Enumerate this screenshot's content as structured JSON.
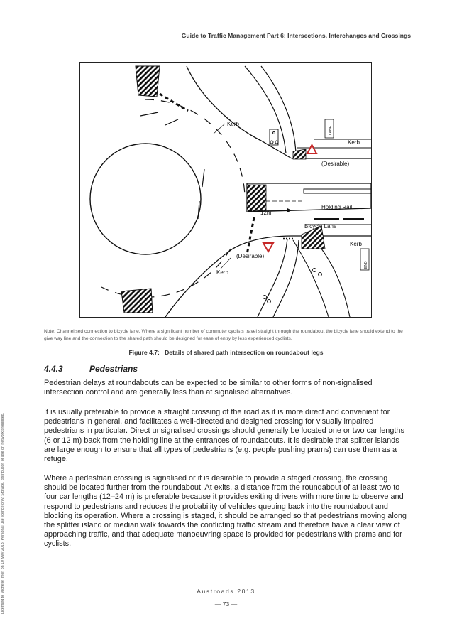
{
  "header": {
    "title": "Guide to Traffic Management Part 6: Intersections, Interchanges and Crossings"
  },
  "figure": {
    "labels": {
      "kerb_top": "Kerb",
      "kerb_right": "Kerb",
      "kerb_lower_right": "Kerb",
      "kerb_bottom": "Kerb",
      "desirable_top": "(Desirable)",
      "desirable_bottom": "(Desirable)",
      "holding_rail": "Holding Rail",
      "bicycle_lane": "Bicycle Lane",
      "dimension_12m": "12m",
      "lane_sign": "LANE",
      "end_sign": "END",
      "give_way_sign": "GIVE WAY"
    },
    "note": "Note: Channelised connection to bicycle lane. Where a significant number of commuter cyclists travel straight through the roundabout the bicycle lane should extend to the give way line and the connection to the shared path should be designed for ease of entry by less experienced cyclists.",
    "caption_num": "Figure 4.7:",
    "caption_text": "Details of shared path intersection on roundabout legs"
  },
  "section": {
    "number": "4.4.3",
    "title": "Pedestrians"
  },
  "paragraphs": [
    "Pedestrian delays at roundabouts can be expected to be similar to other forms of non-signalised intersection control and are generally less than at signalised alternatives.",
    "It is usually preferable to provide a straight crossing of the road as it is more direct and convenient for pedestrians in general, and facilitates a well-directed and designed crossing for visually impaired pedestrians in particular.  Direct unsignalised crossings should generally be located one or two car lengths (6 or 12 m) back from the holding line at the entrances of roundabouts.  It is desirable that splitter islands are large enough to ensure that all types of pedestrians (e.g. people pushing prams) can use them as a refuge.",
    "Where a pedestrian crossing is signalised or it is desirable to provide a staged crossing, the crossing should be located further from the roundabout.  At exits, a distance from the roundabout of at least two to four car lengths (12–24 m) is preferable because it provides exiting drivers with more time to observe and respond to pedestrians and reduces the probability of vehicles queuing back into the roundabout and blocking its operation.  Where a crossing is staged, it should be arranged so that pedestrians moving along the splitter island or median walk towards the conflicting traffic stream and therefore have a clear view of approaching traffic, and that adequate manoeuvring space is provided for pedestrians with prams and for cyclists."
  ],
  "side_note": "Licensed to Michelle Imeri on 10 May 2013. Personal use licence only. Storage, distribution or use on network prohibited.",
  "footer": {
    "org": "Austroads 2013",
    "page": "— 73 —"
  }
}
